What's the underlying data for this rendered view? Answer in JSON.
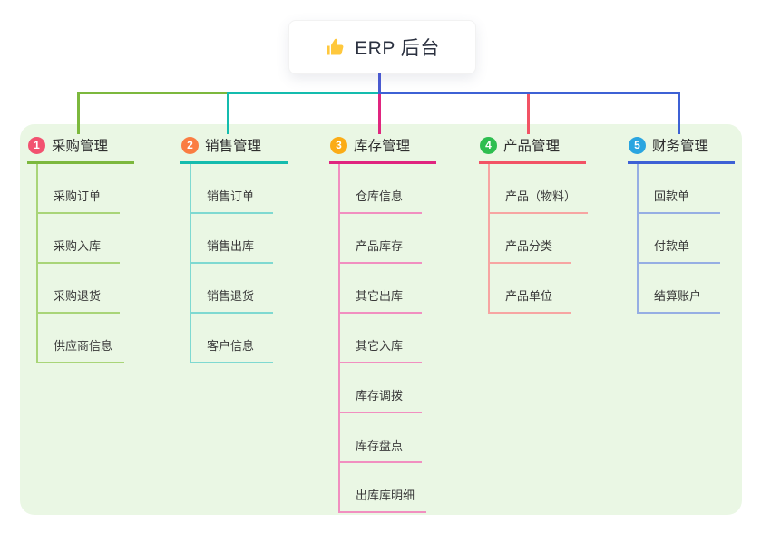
{
  "root": {
    "icon": "thumbs-up-icon",
    "label": "ERP 后台"
  },
  "colors": {
    "page_bg": "#FFFFFF",
    "panel_bg": "#EAF7E4",
    "root_line": "#4A5AD0",
    "icon_yellow": "#FFC83D"
  },
  "branches": [
    {
      "index": "1",
      "label": "采购管理",
      "badge_color": "#F25270",
      "line_color": "#7CB83D",
      "light_color": "#A9D578",
      "children": [
        "采购订单",
        "采购入库",
        "采购退货",
        "供应商信息"
      ]
    },
    {
      "index": "2",
      "label": "销售管理",
      "badge_color": "#FA7D42",
      "line_color": "#14BCAE",
      "light_color": "#7FD9D1",
      "children": [
        "销售订单",
        "销售出库",
        "销售退货",
        "客户信息"
      ]
    },
    {
      "index": "3",
      "label": "库存管理",
      "badge_color": "#FBAC16",
      "line_color": "#E0257F",
      "light_color": "#F18FC0",
      "children": [
        "仓库信息",
        "产品库存",
        "其它出库",
        "其它入库",
        "库存调拨",
        "库存盘点",
        "出库库明细"
      ]
    },
    {
      "index": "4",
      "label": "产品管理",
      "badge_color": "#2EBE50",
      "line_color": "#F25365",
      "light_color": "#F7A5A2",
      "children": [
        "产品（物料）",
        "产品分类",
        "产品单位"
      ]
    },
    {
      "index": "5",
      "label": "财务管理",
      "badge_color": "#2AA5E0",
      "line_color": "#3D61D5",
      "light_color": "#96AEE3",
      "children": [
        "回款单",
        "付款单",
        "结算账户"
      ]
    }
  ]
}
